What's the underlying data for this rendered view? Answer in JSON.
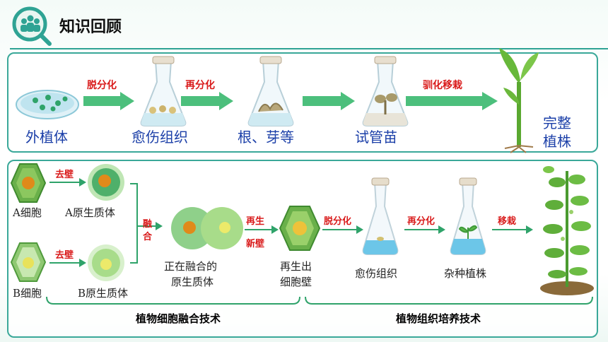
{
  "header": {
    "title": "知识回顾",
    "logo_icon": "group-search-icon"
  },
  "top_row": {
    "stages": [
      "外植体",
      "愈伤组织",
      "根、芽等",
      "试管苗"
    ],
    "final_line1": "完整",
    "final_line2": "植株",
    "arrows": [
      "脱分化",
      "再分化",
      "驯化移栽"
    ]
  },
  "bottom_row": {
    "cell_a": "A细胞",
    "cell_b": "B细胞",
    "protoplast_a": "A原生质体",
    "protoplast_b": "B原生质体",
    "step_remove_wall_1": "去壁",
    "step_remove_wall_2": "去壁",
    "step_fusion_1": "融",
    "step_fusion_2": "合",
    "fusing_line1": "正在融合的",
    "fusing_line2": "原生质体",
    "regen_step_1": "再生",
    "regen_step_2": "新壁",
    "regen_line1": "再生出",
    "regen_line2": "细胞壁",
    "dediff": "脱分化",
    "rediff": "再分化",
    "transplant": "移栽",
    "callus": "愈伤组织",
    "hybrid": "杂种植株"
  },
  "captions": {
    "fusion_tech": "植物细胞融合技术",
    "culture_tech": "植物组织培养技术"
  },
  "colors": {
    "accent": "#2fa394",
    "arrow_green": "#4cbf7c",
    "label_red": "#d91a1a",
    "label_blue": "#1b3fa8"
  }
}
